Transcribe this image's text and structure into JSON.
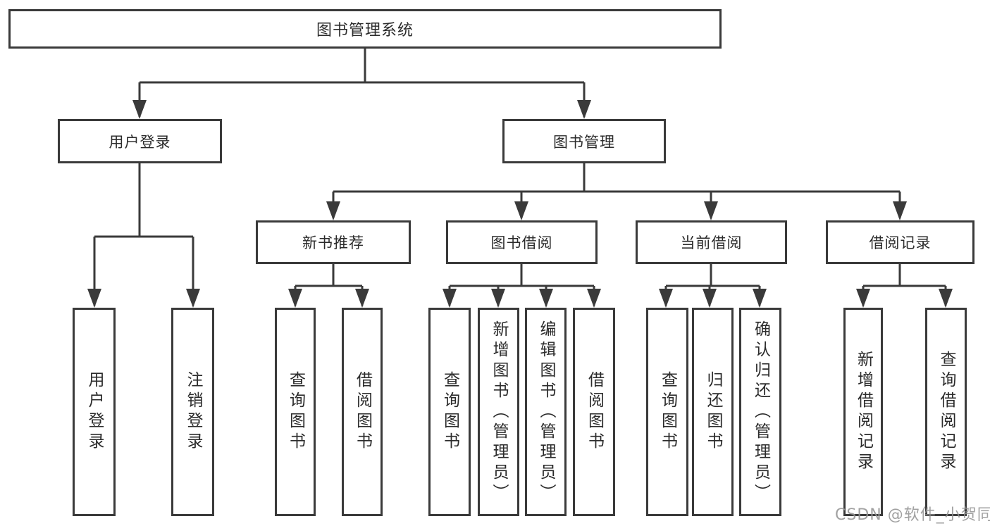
{
  "diagram_title": "图书管理系统",
  "colors": {
    "line": "#3a3a3a",
    "text": "#2b2b2b",
    "box_background": "#ffffff",
    "watermark": "#949494"
  },
  "watermark": "CSDN @软件_小贺同学",
  "tree": {
    "root": {
      "label": "图书管理系统"
    },
    "children": [
      {
        "label": "用户登录",
        "children": [
          {
            "label": "用户登录"
          },
          {
            "label": "注销登录"
          }
        ]
      },
      {
        "label": "图书管理",
        "children": [
          {
            "label": "新书推荐",
            "children": [
              {
                "label": "查询图书"
              },
              {
                "label": "借阅图书"
              }
            ]
          },
          {
            "label": "图书借阅",
            "children": [
              {
                "label": "查询图书"
              },
              {
                "label": "新增图书（管理员）"
              },
              {
                "label": "编辑图书（管理员）"
              },
              {
                "label": "借阅图书"
              }
            ]
          },
          {
            "label": "当前借阅",
            "children": [
              {
                "label": "查询图书"
              },
              {
                "label": "归还图书"
              },
              {
                "label": "确认归还（管理员）"
              }
            ]
          },
          {
            "label": "借阅记录",
            "children": [
              {
                "label": "新增借阅记录"
              },
              {
                "label": "查询借阅记录"
              }
            ]
          }
        ]
      }
    ]
  }
}
